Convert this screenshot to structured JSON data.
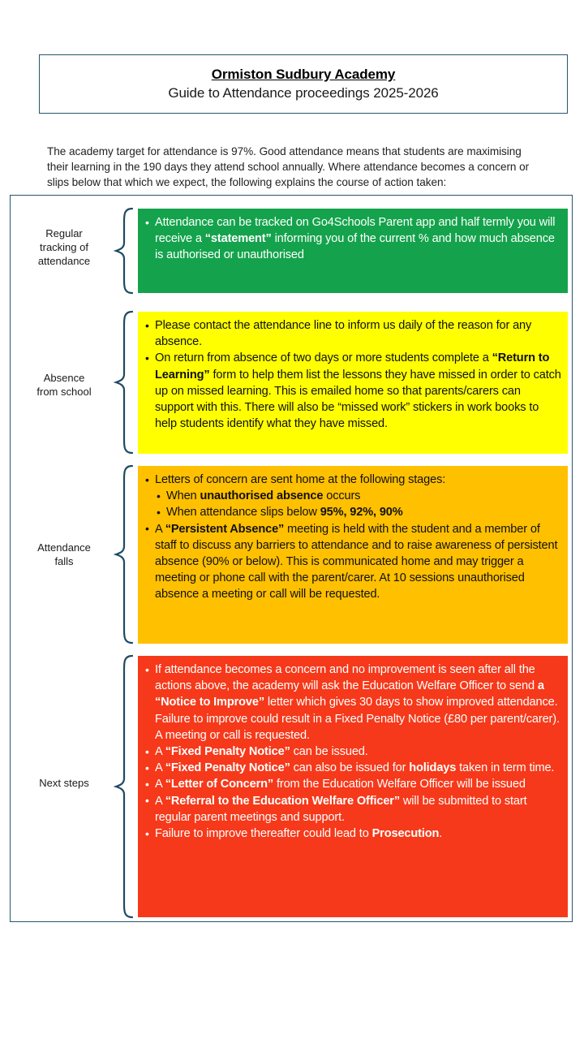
{
  "header": {
    "school_name": "Ormiston Sudbury Academy",
    "subtitle": "Guide to Attendance proceedings 2025-2026"
  },
  "intro": {
    "text": "The academy target for attendance is 97%. Good attendance means that students are maximising their learning in the 190 days they attend school annually. Where attendance becomes a concern or slips below that which we expect, the following explains the course of action taken:"
  },
  "colors": {
    "border": "#26566e",
    "brace": "#1f4a63",
    "green": "#14A34C",
    "yellow": "#FFFF00",
    "orange": "#FFC000",
    "red": "#F6391A"
  },
  "stages": [
    {
      "label": "Regular\ntracking of\nattendance",
      "label_line1": "Regular",
      "label_line2": "tracking of",
      "label_line3": "attendance",
      "color": "#14A34C",
      "bullets": [
        {
          "level": 1,
          "runs": [
            {
              "text": "Attendance can be tracked on Go4Schools Parent app and half termly you will receive a ",
              "bold": false
            },
            {
              "text": "“statement”",
              "bold": true
            },
            {
              "text": " informing you of the current % and how much absence is authorised or unauthorised",
              "bold": false
            }
          ]
        }
      ]
    },
    {
      "label_line1": "Absence",
      "label_line2": "from school",
      "label_line3": "",
      "color": "#FFFF00",
      "bullets": [
        {
          "level": 1,
          "runs": [
            {
              "text": "Please contact the attendance line to inform us daily of the reason for any absence.",
              "bold": false
            }
          ]
        },
        {
          "level": 1,
          "runs": [
            {
              "text": "On return from absence of two days or more students complete a ",
              "bold": false
            },
            {
              "text": "“Return to Learning”",
              "bold": true
            },
            {
              "text": " form to help them list the lessons they have missed in order to catch up on missed learning. This is emailed home so that parents/carers can support with this. There will also be “missed work” stickers in work books to help students identify what they have missed.",
              "bold": false
            }
          ]
        }
      ]
    },
    {
      "label_line1": "Attendance",
      "label_line2": "falls",
      "label_line3": "",
      "color": "#FFC000",
      "bullets": [
        {
          "level": 1,
          "runs": [
            {
              "text": "Letters of concern are sent home at the following stages:",
              "bold": false
            }
          ]
        },
        {
          "level": 2,
          "runs": [
            {
              "text": "When ",
              "bold": false
            },
            {
              "text": "unauthorised absence",
              "bold": true
            },
            {
              "text": " occurs",
              "bold": false
            }
          ]
        },
        {
          "level": 2,
          "runs": [
            {
              "text": "When attendance slips below ",
              "bold": false
            },
            {
              "text": "95%, 92%, 90%",
              "bold": true
            }
          ]
        },
        {
          "level": 1,
          "runs": [
            {
              "text": "A ",
              "bold": false
            },
            {
              "text": "“Persistent Absence”",
              "bold": true
            },
            {
              "text": " meeting is held with the student and a member of staff to discuss any barriers to attendance and to raise awareness of persistent absence (90% or below). This is communicated home and may trigger a meeting or phone call with the parent/carer. At 10 sessions unauthorised absence a meeting or call will be requested.",
              "bold": false
            }
          ]
        }
      ]
    },
    {
      "label_line1": "Next steps",
      "label_line2": "",
      "label_line3": "",
      "color": "#F6391A",
      "bullets": [
        {
          "level": 1,
          "runs": [
            {
              "text": "If attendance becomes a concern and no improvement is seen after all the actions above, the academy will ask the Education Welfare Officer to send ",
              "bold": false
            },
            {
              "text": "a “Notice to Improve”",
              "bold": true
            },
            {
              "text": " letter which gives 30 days to show improved attendance.  Failure to improve could result in a Fixed Penalty Notice (£80 per parent/carer). A meeting or call is requested.",
              "bold": false
            }
          ]
        },
        {
          "level": 1,
          "runs": [
            {
              "text": "A ",
              "bold": false
            },
            {
              "text": "“Fixed Penalty Notice”",
              "bold": true
            },
            {
              "text": " can be issued.",
              "bold": false
            }
          ]
        },
        {
          "level": 1,
          "runs": [
            {
              "text": "A ",
              "bold": false
            },
            {
              "text": "“Fixed Penalty Notice”",
              "bold": true
            },
            {
              "text": " can also be issued for ",
              "bold": false
            },
            {
              "text": "holidays",
              "bold": true
            },
            {
              "text": " taken in term time.",
              "bold": false
            }
          ]
        },
        {
          "level": 1,
          "runs": [
            {
              "text": "A ",
              "bold": false
            },
            {
              "text": "“Letter of Concern”",
              "bold": true
            },
            {
              "text": " from the Education Welfare Officer  will be issued",
              "bold": false
            }
          ]
        },
        {
          "level": 1,
          "runs": [
            {
              "text": "A ",
              "bold": false
            },
            {
              "text": "“Referral to the Education Welfare Officer”",
              "bold": true
            },
            {
              "text": " will be submitted to start regular parent meetings and support.",
              "bold": false
            }
          ]
        },
        {
          "level": 1,
          "runs": [
            {
              "text": "Failure to improve thereafter could lead to ",
              "bold": false
            },
            {
              "text": "Prosecution",
              "bold": true
            },
            {
              "text": ".",
              "bold": false
            }
          ]
        }
      ]
    }
  ]
}
